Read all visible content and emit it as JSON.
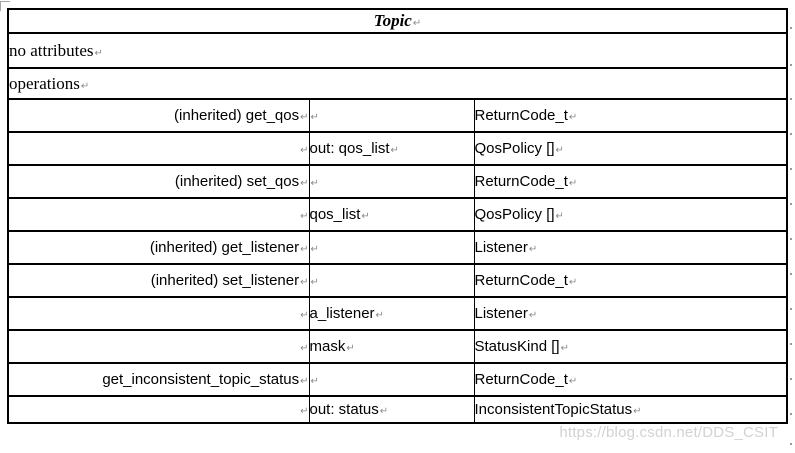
{
  "table": {
    "title": "Topic",
    "attributes_label": "no attributes",
    "operations_label": "operations",
    "columns": {
      "name_width": 301,
      "param_width": 165
    },
    "border_color": "#000000",
    "operations": [
      {
        "name": "(inherited) get_qos",
        "param": "",
        "type": "ReturnCode_t"
      },
      {
        "name": "",
        "param": "out: qos_list",
        "type": "QosPolicy []"
      },
      {
        "name": "(inherited) set_qos",
        "param": "",
        "type": "ReturnCode_t"
      },
      {
        "name": "",
        "param": "qos_list",
        "type": "QosPolicy []"
      },
      {
        "name": "(inherited) get_listener",
        "param": "",
        "type": "Listener"
      },
      {
        "name": "(inherited) set_listener",
        "param": "",
        "type": "ReturnCode_t"
      },
      {
        "name": "",
        "param": "a_listener",
        "type": "Listener"
      },
      {
        "name": "",
        "param": "mask",
        "type": "StatusKind []"
      },
      {
        "name": "get_inconsistent_topic_status",
        "param": "",
        "type": "ReturnCode_t"
      },
      {
        "name": "",
        "param": "out: status",
        "type": "InconsistentTopicStatus"
      }
    ]
  },
  "marks": {
    "pilcrow": "↵",
    "pilcrow_color": "#8a8a8a"
  },
  "watermark": {
    "text": "https://blog.csdn.net/DDS_CSIT",
    "color": "#d2d2d2"
  }
}
